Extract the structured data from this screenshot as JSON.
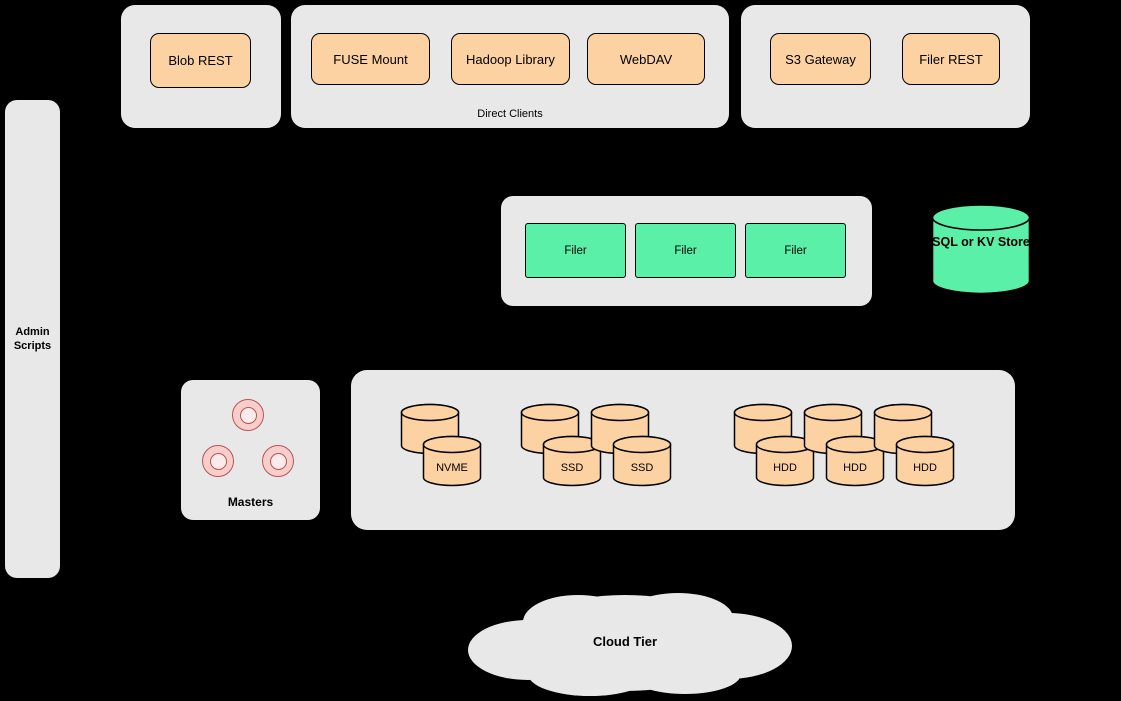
{
  "colors": {
    "background": "#000000",
    "container": "#e8e8e8",
    "node-orange": "#fcd2a2",
    "node-green": "#5bf0a8",
    "pink-fill": "#f8cecc",
    "pink-border": "#b85450",
    "border": "#000000"
  },
  "top_row": {
    "blob_group": {
      "buttons": [
        "Blob REST"
      ]
    },
    "direct_clients_group": {
      "label": "Direct Clients",
      "buttons": [
        "FUSE Mount",
        "Hadoop Library",
        "WebDAV"
      ]
    },
    "gateway_group": {
      "buttons": [
        "S3 Gateway",
        "Filer REST"
      ]
    }
  },
  "admin_scripts": {
    "label": "Admin Scripts"
  },
  "filer_group": {
    "filers": [
      "Filer",
      "Filer",
      "Filer"
    ]
  },
  "sql_kv_store": {
    "label": "SQL or KV Store"
  },
  "masters_group": {
    "label": "Masters",
    "node_count": 3
  },
  "volume_group": {
    "stacks": [
      {
        "type": "nvme",
        "label": "NVME"
      },
      {
        "type": "ssd",
        "label": "SSD"
      },
      {
        "type": "ssd",
        "label": "SSD"
      },
      {
        "type": "hdd",
        "label": "HDD"
      },
      {
        "type": "hdd",
        "label": "HDD"
      },
      {
        "type": "hdd",
        "label": "HDD"
      }
    ]
  },
  "cloud_tier": {
    "label": "Cloud Tier"
  }
}
